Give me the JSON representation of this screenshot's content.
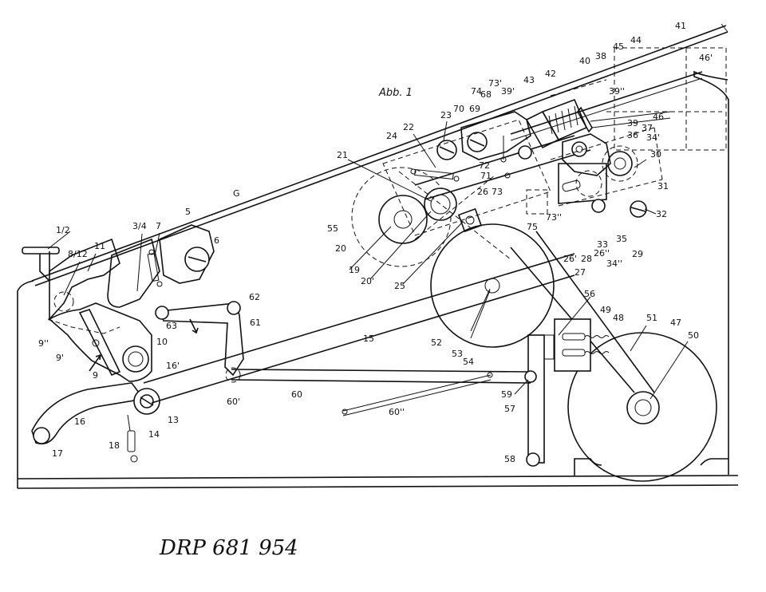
{
  "figure_title": "Abb. 1",
  "document_id": "DRP 681 954",
  "labels": {
    "l_1_2": "1/2",
    "l_8_12": "8/12",
    "l_11": "11",
    "l_3_4": "3/4",
    "l_7": "7",
    "l_5": "5",
    "l_6": "6",
    "l_G": "G",
    "l_9pp": "9''",
    "l_9p": "9'",
    "l_9": "9",
    "l_10": "10",
    "l_16p": "16'",
    "l_16": "16",
    "l_17": "17",
    "l_18": "18",
    "l_13": "13",
    "l_14": "14",
    "l_63": "63",
    "l_62": "62",
    "l_61": "61",
    "l_15": "15",
    "l_60p": "60'",
    "l_60": "60",
    "l_60pp": "60''",
    "l_21": "21",
    "l_55": "55",
    "l_20": "20",
    "l_19": "19",
    "l_20p": "20'",
    "l_25": "25",
    "l_24": "24",
    "l_22": "22",
    "l_23": "23",
    "l_70": "70",
    "l_69": "69",
    "l_74": "74",
    "l_68": "68",
    "l_73p": "73'",
    "l_39p": "39'",
    "l_43": "43",
    "l_42": "42",
    "l_40": "40",
    "l_38": "38",
    "l_45": "45",
    "l_44": "44",
    "l_41": "41",
    "l_46p": "46'",
    "l_39pp": "39''",
    "l_46": "46",
    "l_39": "39",
    "l_37": "37",
    "l_36": "36",
    "l_34p": "34'",
    "l_30": "30",
    "l_31": "31",
    "l_32": "32",
    "l_72": "72",
    "l_71": "71",
    "l_73": "73",
    "l_26": "26",
    "l_75": "75",
    "l_73pp": "73''",
    "l_33": "33",
    "l_35": "35",
    "l_29": "29",
    "l_26p": "26'",
    "l_28": "28",
    "l_26pp": "26''",
    "l_34pp": "34''",
    "l_27": "27",
    "l_52": "52",
    "l_53": "53",
    "l_54": "54",
    "l_56": "56",
    "l_49": "49",
    "l_48": "48",
    "l_51": "51",
    "l_47": "47",
    "l_50": "50",
    "l_59": "59",
    "l_57": "57",
    "l_58": "58"
  }
}
